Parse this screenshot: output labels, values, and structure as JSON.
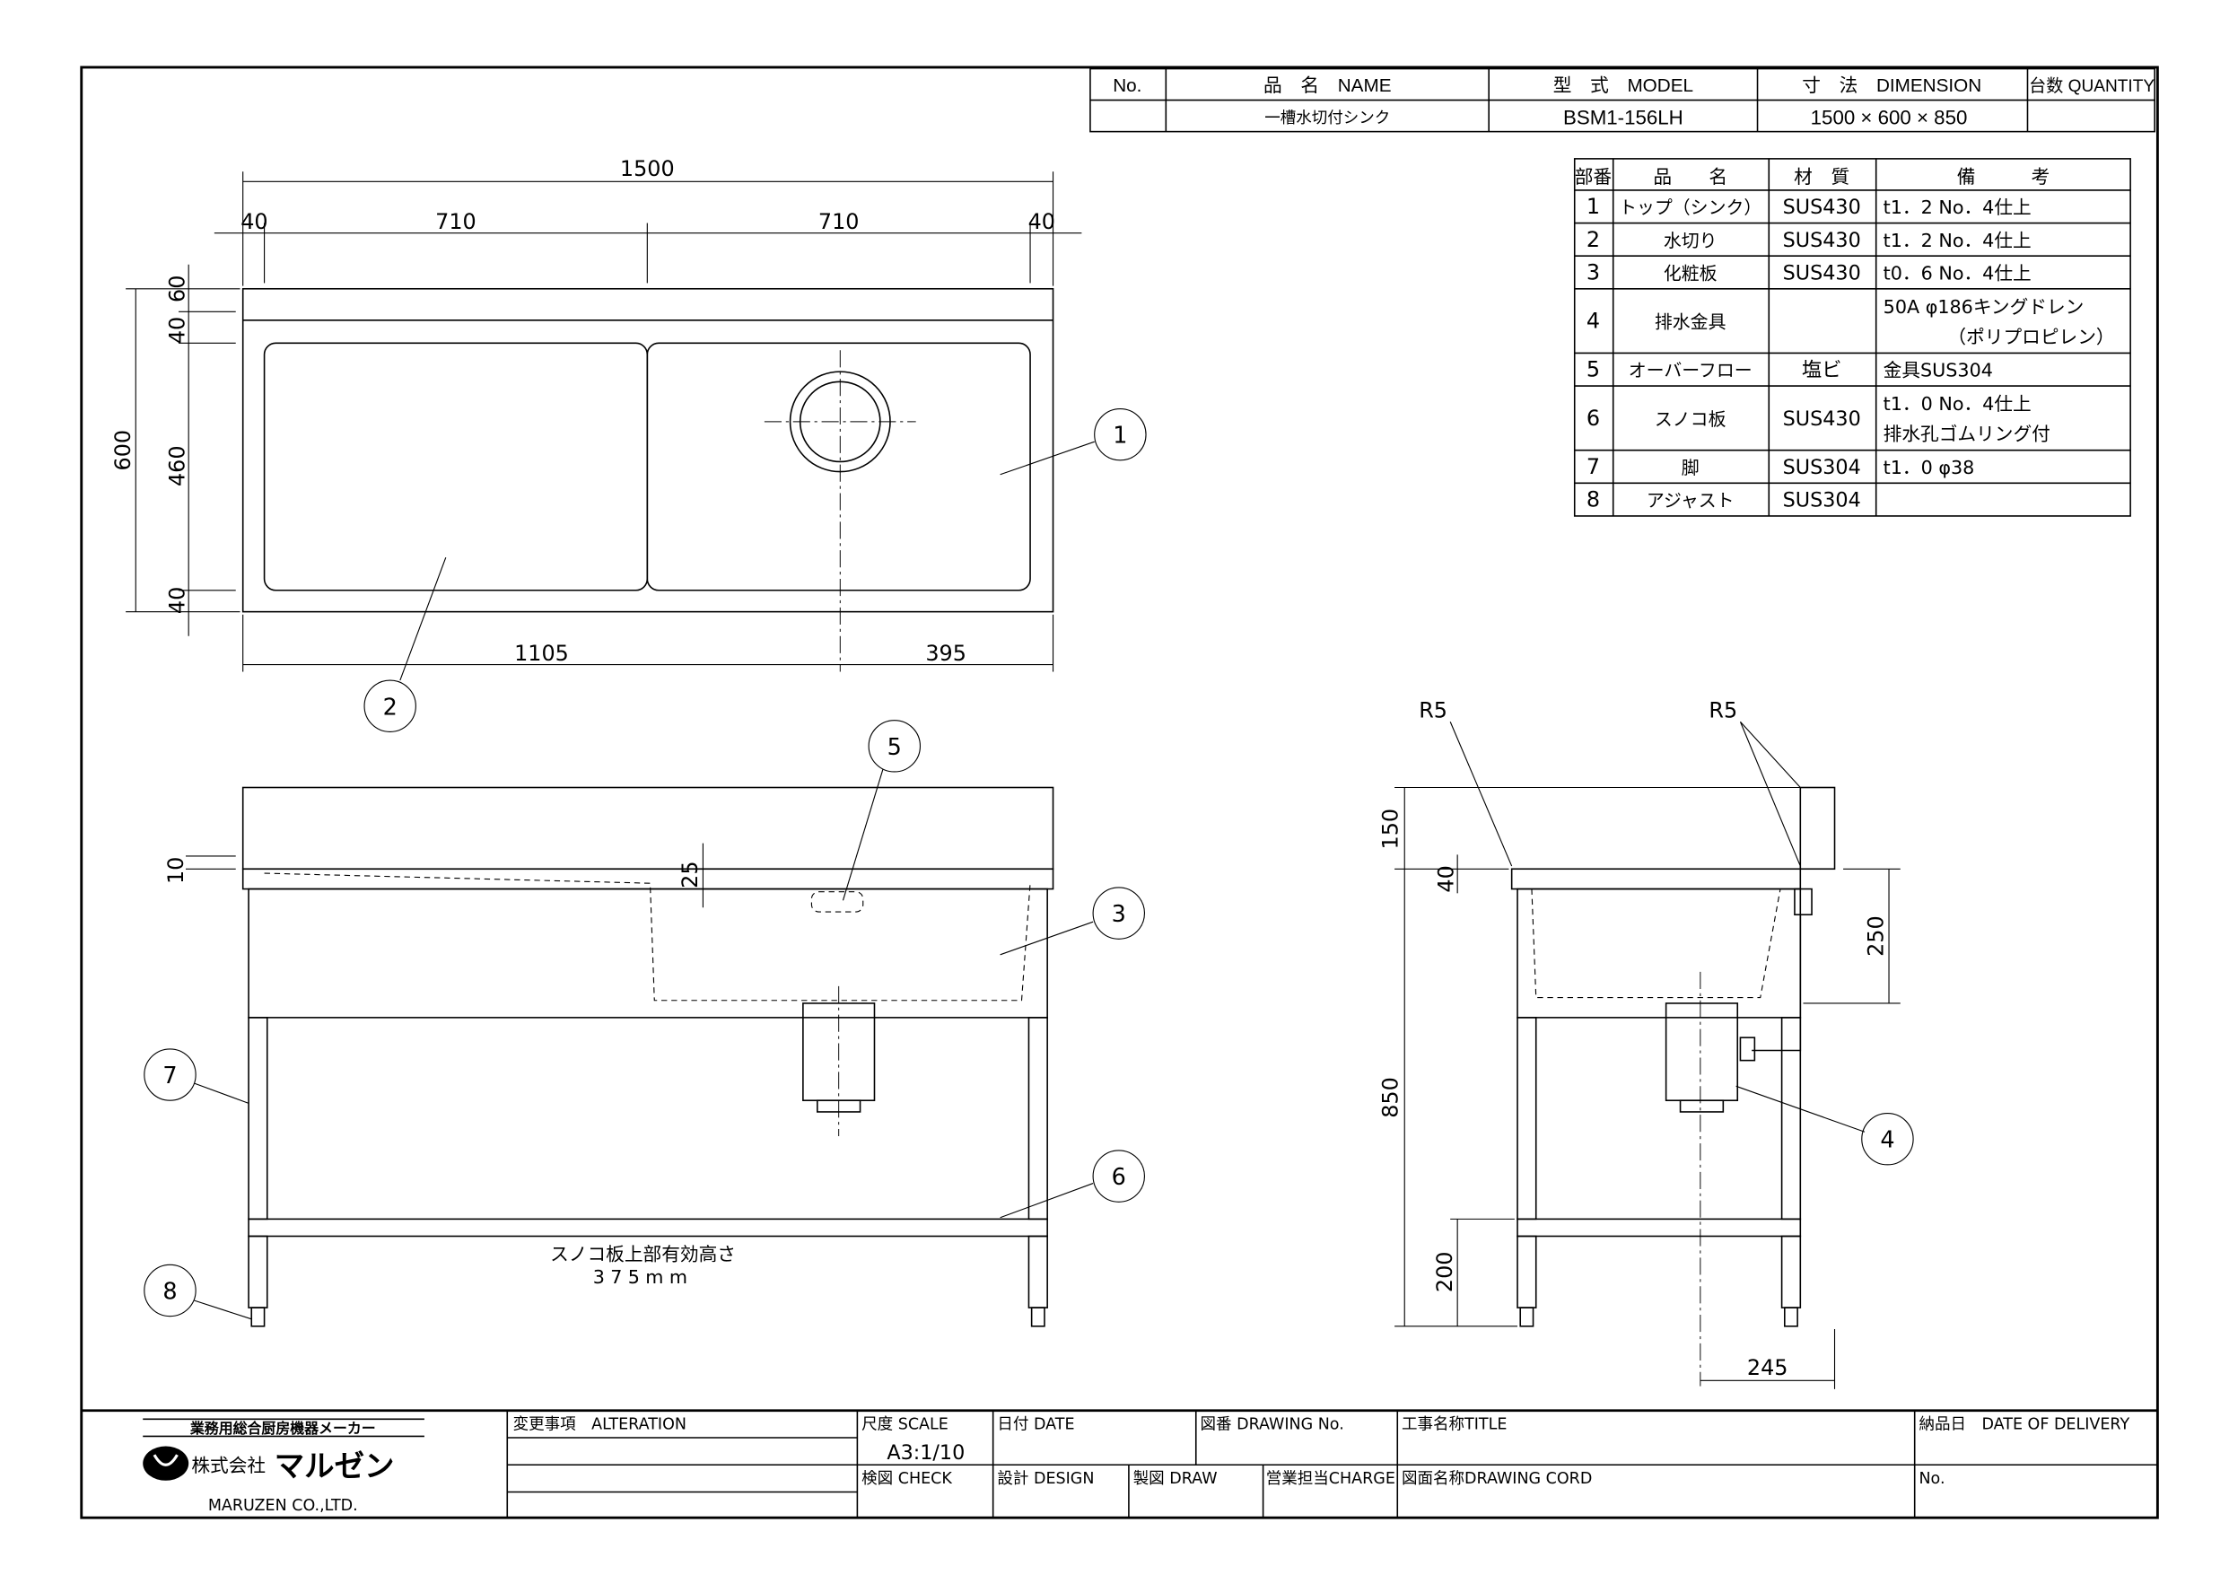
{
  "header_table": {
    "headers": [
      "No.",
      "品　名　NAME",
      "型　式　MODEL",
      "寸　法　DIMENSION",
      "台数 QUANTITY"
    ],
    "row": [
      "",
      "一槽水切付シンク",
      "BSM1-156LH",
      "1500 × 600 × 850",
      ""
    ]
  },
  "parts_table": {
    "headers": [
      "部番",
      "品　　名",
      "材　質",
      "備　　　考"
    ],
    "rows": [
      [
        "1",
        "トップ（シンク）",
        "SUS430",
        "t1．2 No．4仕上",
        ""
      ],
      [
        "2",
        "水切り",
        "SUS430",
        "t1．2 No．4仕上",
        ""
      ],
      [
        "3",
        "化粧板",
        "SUS430",
        "t0．6 No．4仕上",
        ""
      ],
      [
        "4",
        "排水金具",
        "",
        "50A φ186キングドレン",
        "（ポリプロピレン）"
      ],
      [
        "5",
        "オーバーフロー",
        "塩ビ",
        "金具SUS304",
        ""
      ],
      [
        "6",
        "スノコ板",
        "SUS430",
        "t1．0 No．4仕上",
        "排水孔ゴムリング付"
      ],
      [
        "7",
        "脚",
        "SUS304",
        "t1．0 φ38",
        ""
      ],
      [
        "8",
        "アジャスト",
        "SUS304",
        "",
        ""
      ]
    ]
  },
  "dimensions": {
    "overall_width": "1500",
    "edge_left": "40",
    "bowl_left": "710",
    "bowl_right": "710",
    "edge_right": "40",
    "depth": "600",
    "back_edge": "40",
    "back_step": "60",
    "bowl_depth": "460",
    "front_edge": "40",
    "drain_from_left": "1105",
    "drain_from_right": "395",
    "front_top": "10",
    "overflow": "25",
    "backsplash": "150",
    "side_top": "40",
    "height": "850",
    "shelf_height": "200",
    "bowl_deep": "250",
    "drain_offset": "245",
    "radius_left": "R5",
    "radius_right": "R5"
  },
  "balloons": [
    "1",
    "2",
    "3",
    "4",
    "5",
    "6",
    "7",
    "8"
  ],
  "notes": {
    "shelf_label": "スノコ板上部有効高さ",
    "shelf_value": "375mm"
  },
  "title_block": {
    "company_tagline": "業務用総合厨房機器メーカー",
    "company_name_prefix": "株式会社",
    "company_logo_text": "マルゼン",
    "company_en": "MARUZEN CO.,LTD.",
    "alteration": "変更事項　ALTERATION",
    "scale_label": "尺度 SCALE",
    "scale_value": "A3:1/10",
    "date": "日付 DATE",
    "drawing_no": "図番 DRAWING No.",
    "title": "工事名称TITLE",
    "delivery": "納品日　DATE OF DELIVERY",
    "check": "検図 CHECK",
    "design": "設計 DESIGN",
    "draw": "製図 DRAW",
    "charge": "営業担当CHARGE",
    "drawing_cord": "図面名称DRAWING CORD",
    "no": "No."
  }
}
